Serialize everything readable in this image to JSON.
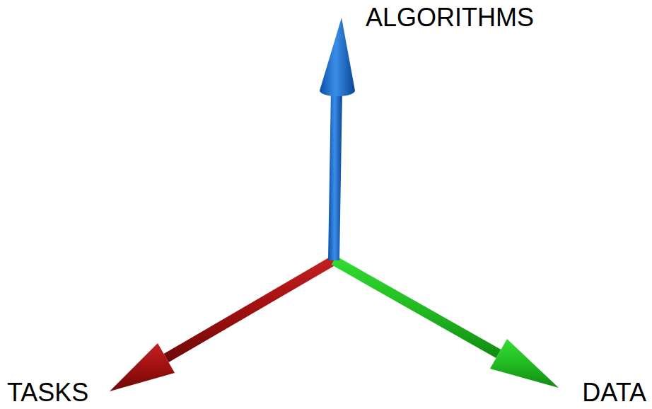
{
  "diagram": {
    "labels": [
      "ALGORITHMS",
      "TASKS",
      "DATA"
    ]
  }
}
